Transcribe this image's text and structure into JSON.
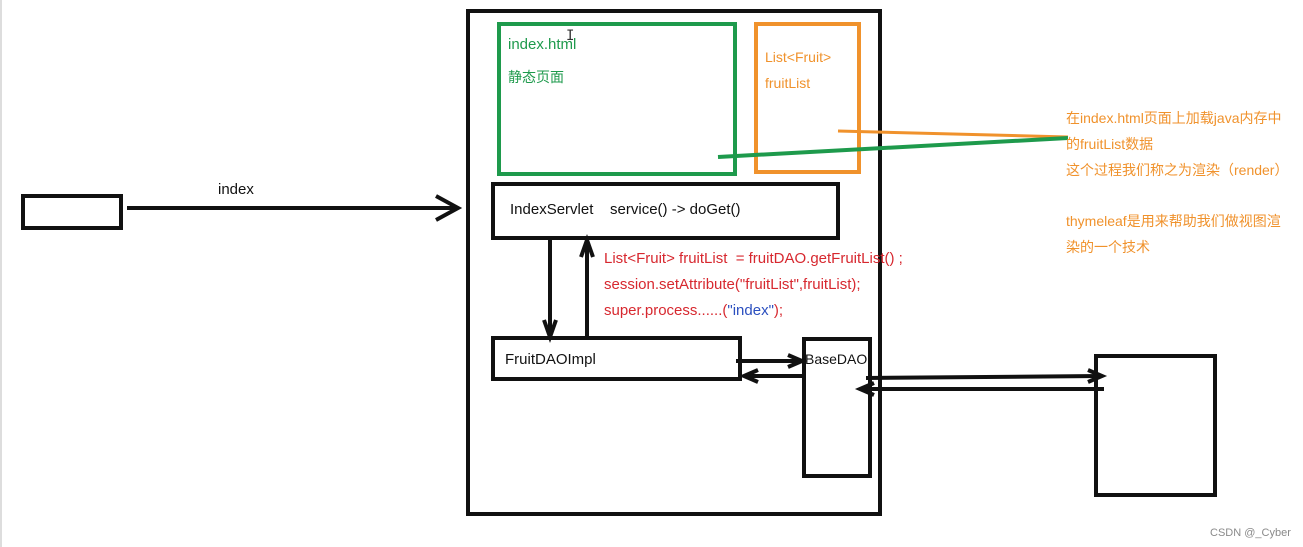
{
  "labels": {
    "arrow_index": "index",
    "green_box_title": "index.html",
    "green_box_subtitle": "静态页面",
    "orange_box_line1": "List<Fruit>",
    "orange_box_line2": "fruitList",
    "servlet_box": "IndexServlet    service() -> doGet()",
    "dao_impl_box": "FruitDAOImpl",
    "base_dao_box": "BaseDAO"
  },
  "code": {
    "line1": "List<Fruit> fruitList  = fruitDAO.getFruitList() ;",
    "line2": "session.setAttribute(\"fruitList\",fruitList);",
    "line3_pre": "super.process......(",
    "line3_str": "\"index\"",
    "line3_post": ");"
  },
  "notes": {
    "line1": "在index.html页面上加载java内存中",
    "line2": "的fruitList数据",
    "line3": "这个过程我们称之为渲染（render）",
    "line4": "thymeleaf是用来帮助我们做视图渲",
    "line5": "染的一个技术"
  },
  "watermark": "CSDN @_Cyber",
  "colors": {
    "green": "#1e9a4c",
    "orange": "#f0922c",
    "red": "#d7282f",
    "blue": "#2b4fbf",
    "black": "#111111"
  }
}
